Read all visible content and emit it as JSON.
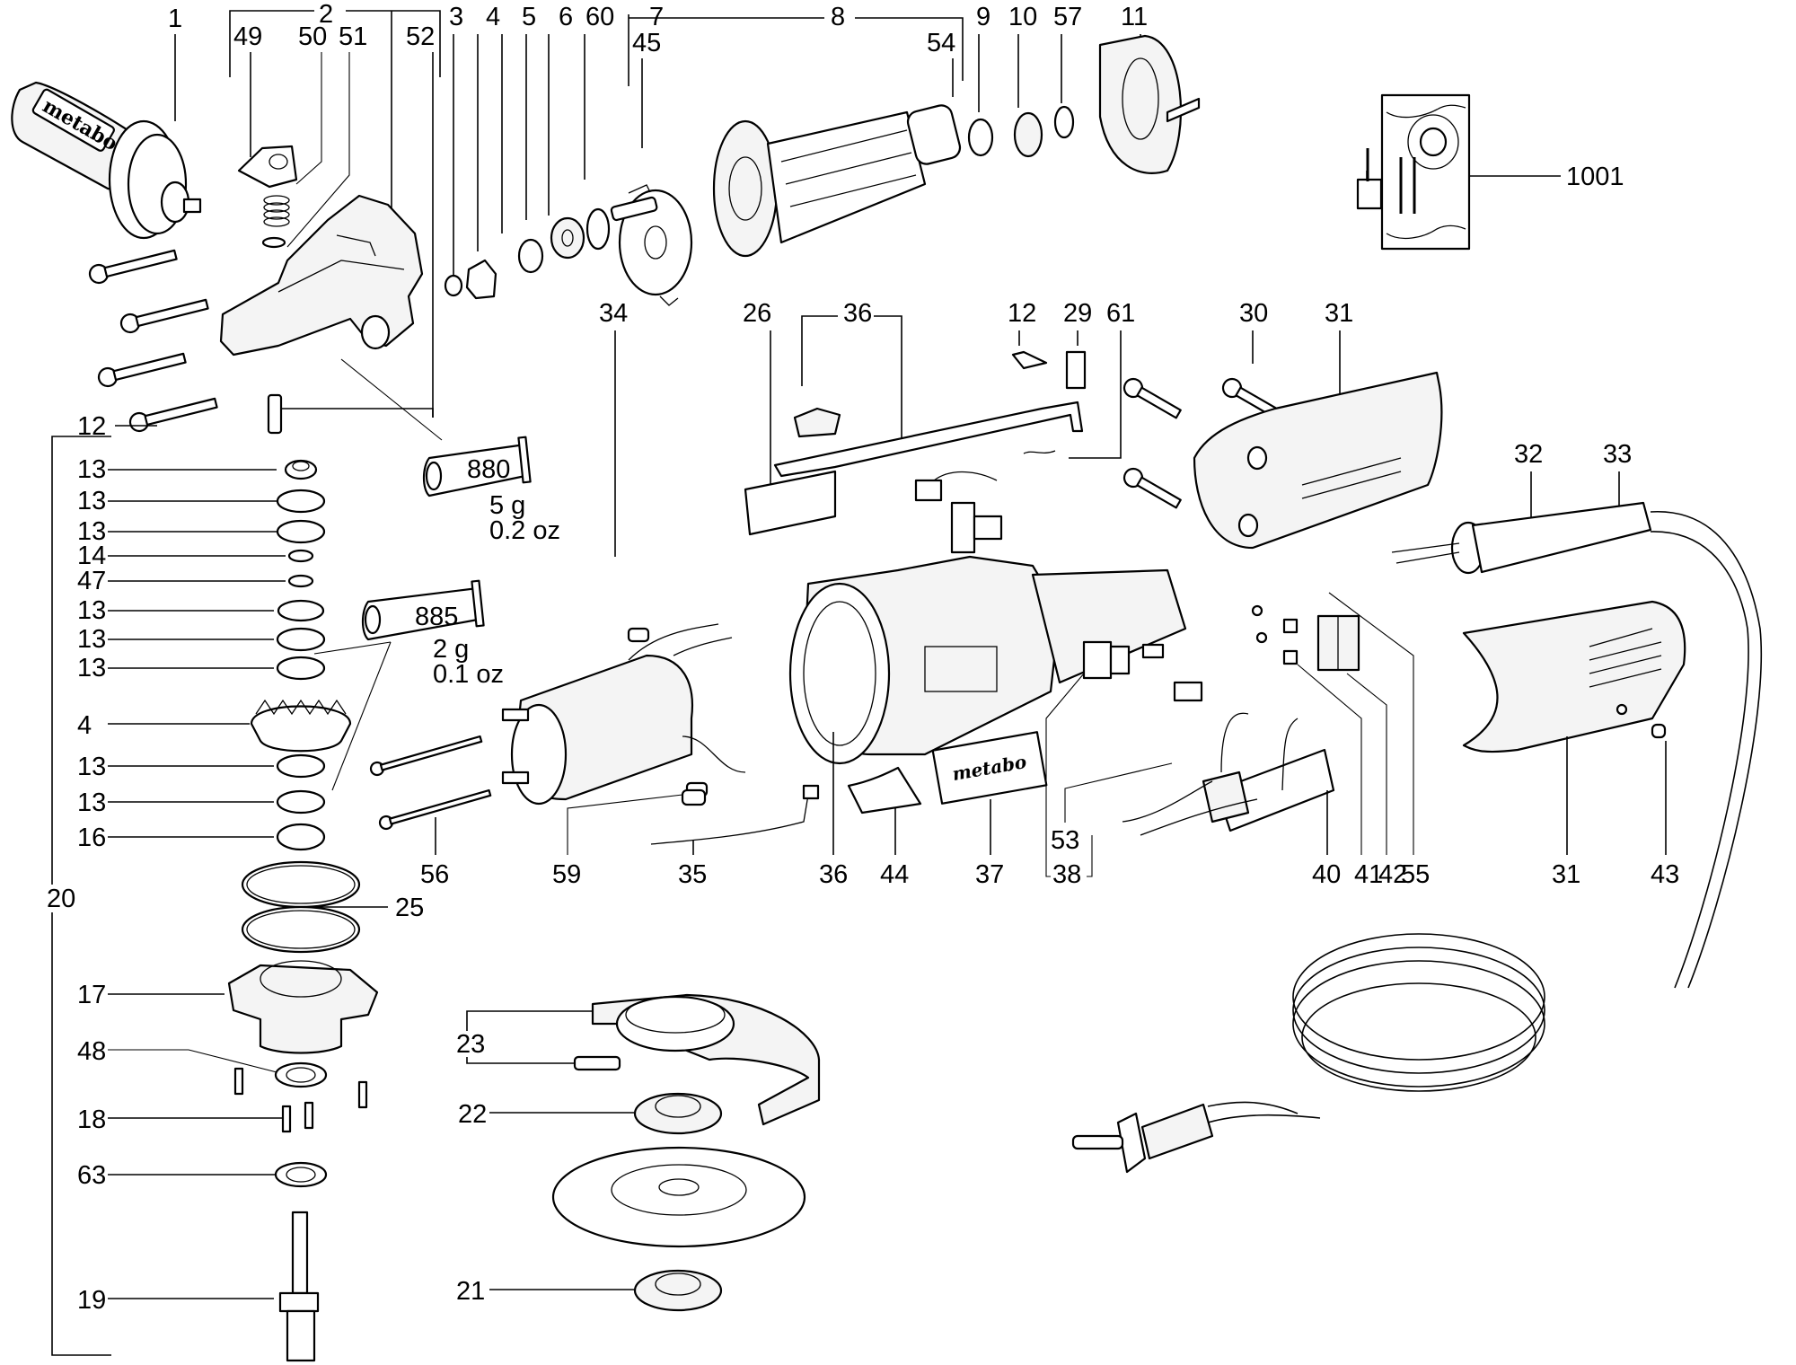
{
  "diagram": {
    "title": "Angle grinder exploded parts view",
    "brand_labels": {
      "handle_logo": "metabo",
      "label_plate": "metabo"
    },
    "grease_tubes": [
      {
        "id": "880",
        "label": "880",
        "weight": "5 g",
        "weight_oz": "0.2 oz"
      },
      {
        "id": "885",
        "label": "885",
        "weight": "2 g",
        "weight_oz": "0.1 oz"
      }
    ],
    "callouts": {
      "top": [
        "1",
        "2",
        "49",
        "50",
        "51",
        "52",
        "3",
        "4",
        "5",
        "6",
        "60",
        "7",
        "8",
        "45",
        "54",
        "9",
        "10",
        "57",
        "11"
      ],
      "inset": "1001",
      "middle_top": [
        "34",
        "26",
        "36",
        "12",
        "29",
        "61",
        "30",
        "31",
        "32",
        "33"
      ],
      "left_column": [
        "12",
        "13",
        "13",
        "13",
        "14",
        "47",
        "13",
        "13",
        "13",
        "4",
        "13",
        "13",
        "16",
        "20",
        "25",
        "17",
        "48",
        "18",
        "63",
        "19"
      ],
      "middle_bottom": [
        "56",
        "59",
        "35",
        "36",
        "44",
        "37",
        "53",
        "38",
        "40",
        "41",
        "42",
        "55",
        "31",
        "43"
      ],
      "guard_group": [
        "23",
        "22",
        "21"
      ]
    }
  }
}
